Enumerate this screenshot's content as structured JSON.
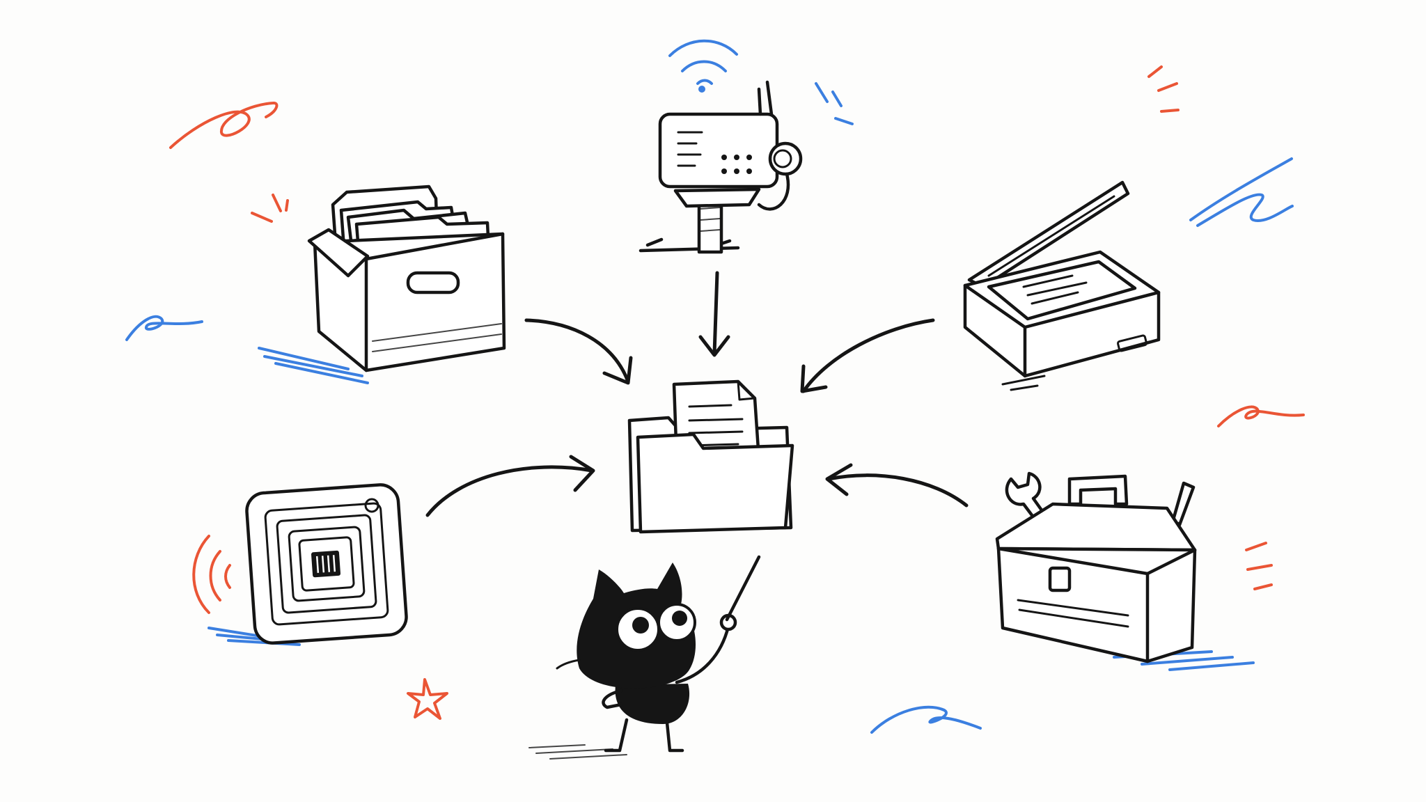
{
  "diagram": {
    "center": "folder-with-document",
    "sources": [
      "file-storage-box",
      "wireless-router",
      "flatbed-scanner",
      "rfid-tag",
      "toolbox"
    ],
    "mascot": "black-cat-with-pointer",
    "colors": {
      "ink": "#151515",
      "accent_blue": "#3b7fe0",
      "accent_red": "#ea5535",
      "background": "#fdfdfc"
    }
  }
}
